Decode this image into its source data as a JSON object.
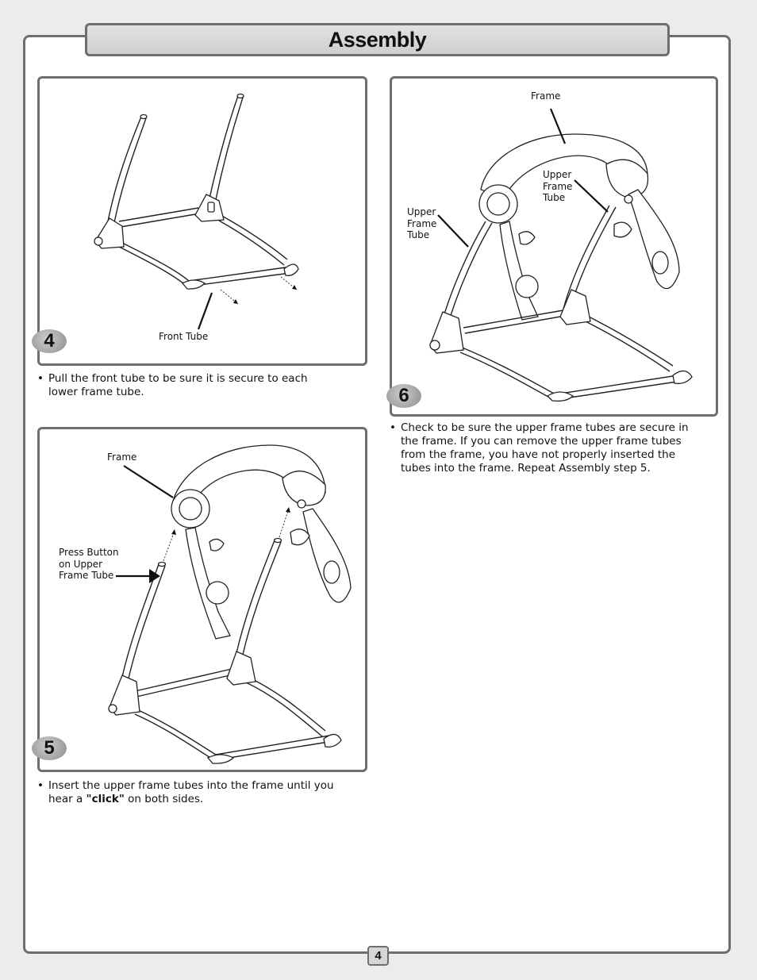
{
  "header": {
    "title": "Assembly"
  },
  "steps": [
    {
      "number": "4",
      "callouts": {
        "front_tube": "Front Tube"
      },
      "instruction": "Pull the front tube to be sure it is secure to each lower frame tube."
    },
    {
      "number": "5",
      "callouts": {
        "frame": "Frame",
        "press_button": "Press Button on Upper Frame Tube"
      },
      "instruction_pre": "Insert the upper frame tubes into the frame until you hear a ",
      "instruction_emphasis": "\"click\"",
      "instruction_post": " on both sides."
    },
    {
      "number": "6",
      "callouts": {
        "frame": "Frame",
        "upper_frame_tube_left": "Upper Frame Tube",
        "upper_frame_tube_right": "Upper Frame Tube"
      },
      "instruction": "Check to be sure the upper frame tubes are secure in the frame. If you can remove the upper frame tubes from the frame, you have not properly inserted the tubes into the frame. Repeat Assembly step 5."
    }
  ],
  "footer": {
    "page_number": "4"
  },
  "colors": {
    "border": "#6e6e6e",
    "title_fill": "#d8d8d8",
    "badge": "#a8a8a8"
  }
}
